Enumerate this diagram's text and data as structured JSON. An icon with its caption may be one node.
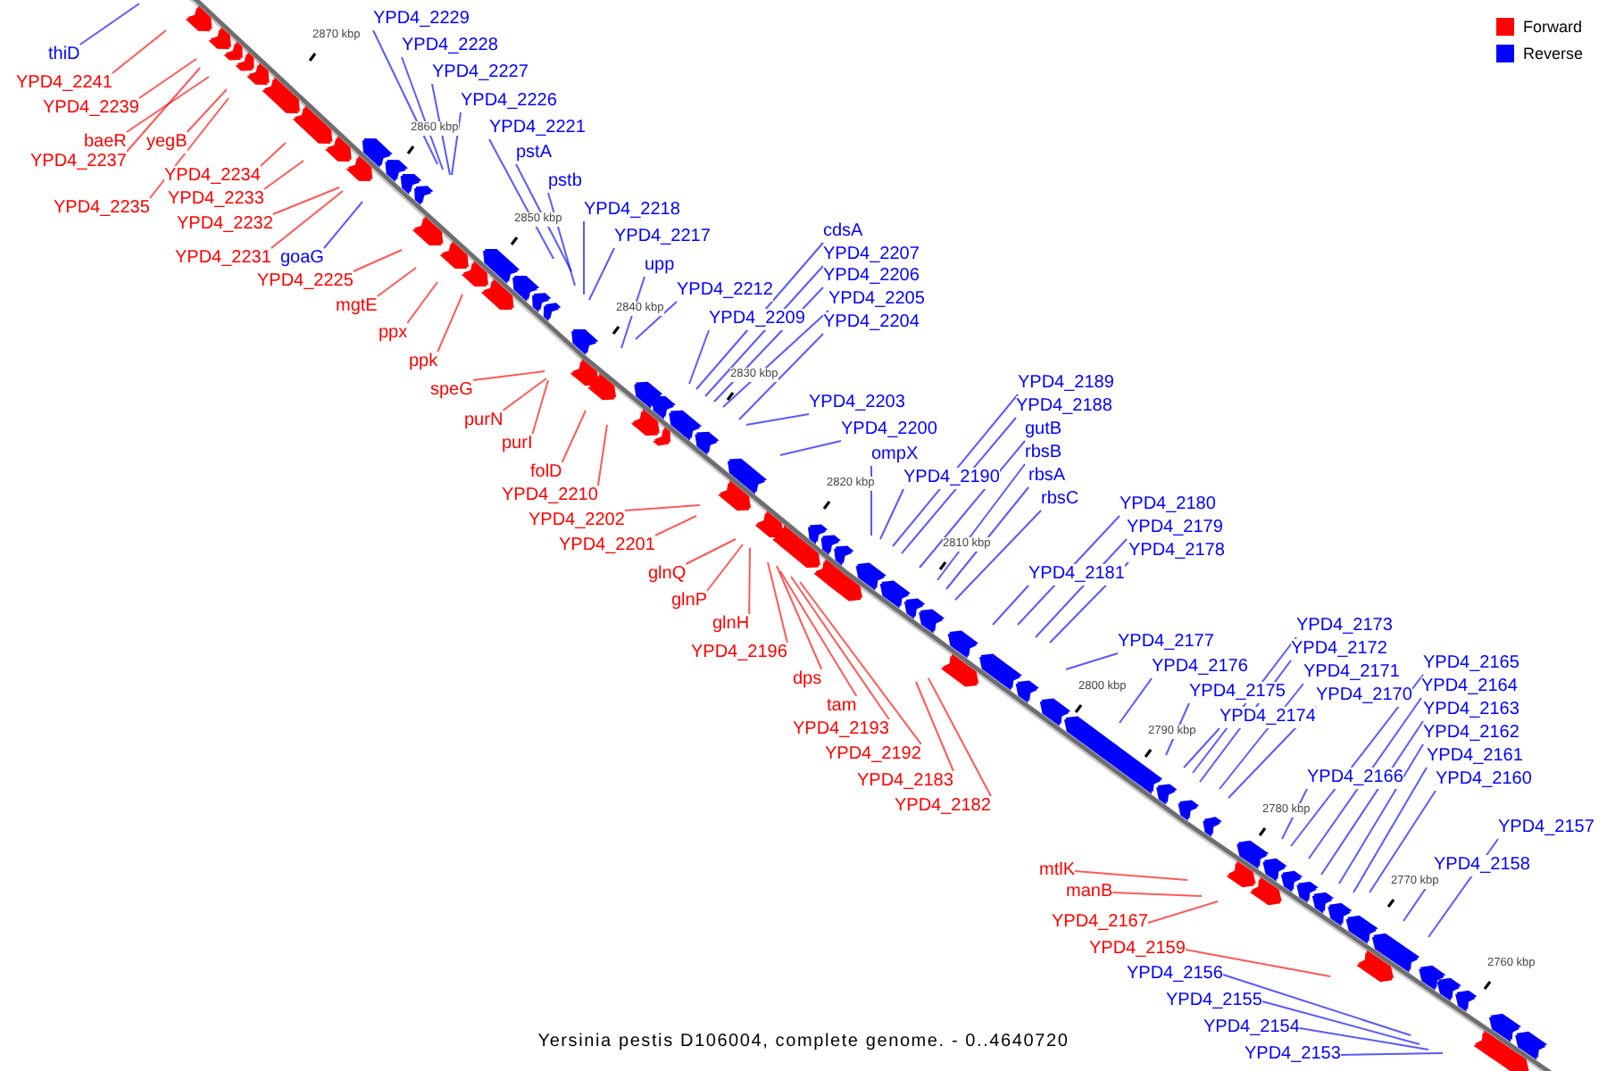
{
  "diagram": {
    "caption": "Yersinia pestis D106004, complete genome. - 0..4640720",
    "nodes": [
      {
        "text": [
          "thiD"
        ]
      },
      {
        "text": [
          "YPD4_2241"
        ]
      },
      {
        "text": [
          "YPD4_2239"
        ]
      },
      {
        "text": [
          "baeR"
        ]
      },
      {
        "text": [
          "yegB"
        ]
      },
      {
        "text": [
          "YPD4_2237"
        ]
      },
      {
        "text": [
          "YPD4_2234"
        ]
      },
      {
        "text": [
          "YPD4_2235"
        ]
      },
      {
        "text": [
          "YPD4_2233"
        ]
      },
      {
        "text": [
          "YPD4_2232"
        ]
      },
      {
        "text": [
          "YPD4_2231"
        ]
      },
      {
        "text": [
          "goaG"
        ]
      },
      {
        "text": [
          "YPD4_2225"
        ]
      },
      {
        "text": [
          "mgtE"
        ]
      },
      {
        "text": [
          "ppx"
        ]
      },
      {
        "text": [
          "ppk"
        ]
      },
      {
        "text": [
          "speG"
        ]
      },
      {
        "text": [
          "purN"
        ]
      },
      {
        "text": [
          "purI"
        ]
      },
      {
        "text": [
          "folD"
        ]
      },
      {
        "text": [
          "YPD4_2210"
        ]
      },
      {
        "text": [
          "YPD4_2202"
        ]
      },
      {
        "text": [
          "YPD4_2201"
        ]
      },
      {
        "text": [
          "glnQ"
        ]
      },
      {
        "text": [
          "glnP"
        ]
      },
      {
        "text": [
          "glnH"
        ]
      },
      {
        "text": [
          "YPD4_2196"
        ]
      },
      {
        "text": [
          "dps"
        ]
      },
      {
        "text": [
          "tam"
        ]
      },
      {
        "text": [
          "YPD4_2193"
        ]
      },
      {
        "text": [
          "YPD4_2192"
        ]
      },
      {
        "text": [
          "YPD4_2183"
        ]
      },
      {
        "text": [
          "YPD4_2182"
        ]
      },
      {
        "text": [
          "mtlK"
        ]
      },
      {
        "text": [
          "manB"
        ]
      },
      {
        "text": [
          "YPD4_2167"
        ]
      },
      {
        "text": [
          "YPD4_2159"
        ]
      },
      {
        "text": [
          "YPD4_2156"
        ]
      },
      {
        "text": [
          "YPD4_2155"
        ]
      },
      {
        "text": [
          "YPD4_2154"
        ]
      },
      {
        "text": [
          "YPD4_2153"
        ]
      },
      {
        "text": [
          "YPD4_2229"
        ]
      },
      {
        "text": [
          "YPD4_2228"
        ]
      },
      {
        "text": [
          "YPD4_2227"
        ]
      },
      {
        "text": [
          "YPD4_2226"
        ]
      },
      {
        "text": [
          "YPD4_2221"
        ]
      },
      {
        "text": [
          "pstA"
        ]
      },
      {
        "text": [
          "pstb"
        ]
      },
      {
        "text": [
          "YPD4_2218"
        ]
      },
      {
        "text": [
          "YPD4_2217"
        ]
      },
      {
        "text": [
          "upp"
        ]
      },
      {
        "text": [
          "YPD4_2212"
        ]
      },
      {
        "text": [
          "YPD4_2209"
        ]
      },
      {
        "text": [
          "cdsA"
        ]
      },
      {
        "text": [
          "YPD4_2207"
        ]
      },
      {
        "text": [
          "YPD4_2206"
        ]
      },
      {
        "text": [
          "YPD4_2205"
        ]
      },
      {
        "text": [
          "YPD4_2204"
        ]
      },
      {
        "text": [
          "YPD4_2203"
        ]
      },
      {
        "text": [
          "YPD4_2200"
        ]
      },
      {
        "text": [
          "ompX"
        ]
      },
      {
        "text": [
          "YPD4_2190"
        ]
      },
      {
        "text": [
          "YPD4_2189"
        ]
      },
      {
        "text": [
          "YPD4_2188"
        ]
      },
      {
        "text": [
          "gutB"
        ]
      },
      {
        "text": [
          "rbsB"
        ]
      },
      {
        "text": [
          "rbsA"
        ]
      },
      {
        "text": [
          "rbsC"
        ]
      },
      {
        "text": [
          "YPD4_2180"
        ]
      },
      {
        "text": [
          "YPD4_2179"
        ]
      },
      {
        "text": [
          "YPD4_2178"
        ]
      },
      {
        "text": [
          "YPD4_2181"
        ]
      },
      {
        "text": [
          "YPD4_2177"
        ]
      },
      {
        "text": [
          "YPD4_2176"
        ]
      },
      {
        "text": [
          "YPD4_2175"
        ]
      },
      {
        "text": [
          "YPD4_2174"
        ]
      },
      {
        "text": [
          "YPD4_2173"
        ]
      },
      {
        "text": [
          "YPD4_2172"
        ]
      },
      {
        "text": [
          "YPD4_2171"
        ]
      },
      {
        "text": [
          "YPD4_2170"
        ]
      },
      {
        "text": [
          "YPD4_2165"
        ]
      },
      {
        "text": [
          "YPD4_2164"
        ]
      },
      {
        "text": [
          "YPD4_2163"
        ]
      },
      {
        "text": [
          "YPD4_2162"
        ]
      },
      {
        "text": [
          "YPD4_2161"
        ]
      },
      {
        "text": [
          "YPD4_2160"
        ]
      },
      {
        "text": [
          "YPD4_2166"
        ]
      },
      {
        "text": [
          "YPD4_2157"
        ]
      },
      {
        "text": [
          "YPD4_2158"
        ]
      }
    ],
    "edges": [
      {
        "from": 0,
        "to": null,
        "arrow": "none",
        "color": "#0000ff"
      },
      {
        "from": 1,
        "to": null,
        "arrow": "none",
        "color": "#ff0000"
      },
      {
        "from": 2,
        "to": null,
        "arrow": "none",
        "color": "#ff0000"
      },
      {
        "from": 3,
        "to": null,
        "arrow": "none",
        "color": "#ff0000"
      },
      {
        "from": 4,
        "to": null,
        "arrow": "none",
        "color": "#ff0000"
      },
      {
        "from": 5,
        "to": null,
        "arrow": "none",
        "color": "#ff0000"
      },
      {
        "from": 6,
        "to": null,
        "arrow": "none",
        "color": "#ff0000"
      },
      {
        "from": 7,
        "to": null,
        "arrow": "none",
        "color": "#ff0000"
      },
      {
        "from": 8,
        "to": null,
        "arrow": "none",
        "color": "#ff0000"
      },
      {
        "from": 9,
        "to": null,
        "arrow": "none",
        "color": "#ff0000"
      },
      {
        "from": 10,
        "to": null,
        "arrow": "none",
        "color": "#ff0000"
      },
      {
        "from": 11,
        "to": null,
        "arrow": "none",
        "color": "#0000ff"
      },
      {
        "from": 12,
        "to": null,
        "arrow": "none",
        "color": "#ff0000"
      },
      {
        "from": 13,
        "to": null,
        "arrow": "none",
        "color": "#ff0000"
      },
      {
        "from": 14,
        "to": null,
        "arrow": "none",
        "color": "#ff0000"
      },
      {
        "from": 15,
        "to": null,
        "arrow": "none",
        "color": "#ff0000"
      },
      {
        "from": 16,
        "to": null,
        "arrow": "none",
        "color": "#ff0000"
      },
      {
        "from": 17,
        "to": null,
        "arrow": "none",
        "color": "#ff0000"
      },
      {
        "from": 18,
        "to": null,
        "arrow": "none",
        "color": "#ff0000"
      },
      {
        "from": 19,
        "to": null,
        "arrow": "none",
        "color": "#ff0000"
      },
      {
        "from": 20,
        "to": null,
        "arrow": "none",
        "color": "#ff0000"
      },
      {
        "from": 21,
        "to": null,
        "arrow": "none",
        "color": "#ff0000"
      },
      {
        "from": 22,
        "to": null,
        "arrow": "none",
        "color": "#ff0000"
      },
      {
        "from": 23,
        "to": null,
        "arrow": "none",
        "color": "#ff0000"
      },
      {
        "from": 24,
        "to": null,
        "arrow": "none",
        "color": "#ff0000"
      },
      {
        "from": 25,
        "to": null,
        "arrow": "none",
        "color": "#ff0000"
      },
      {
        "from": 26,
        "to": null,
        "arrow": "none",
        "color": "#ff0000"
      },
      {
        "from": 27,
        "to": null,
        "arrow": "none",
        "color": "#ff0000"
      },
      {
        "from": 28,
        "to": null,
        "arrow": "none",
        "color": "#ff0000"
      },
      {
        "from": 29,
        "to": null,
        "arrow": "none",
        "color": "#ff0000"
      },
      {
        "from": 30,
        "to": null,
        "arrow": "none",
        "color": "#ff0000"
      },
      {
        "from": 31,
        "to": null,
        "arrow": "none",
        "color": "#ff0000"
      },
      {
        "from": 32,
        "to": null,
        "arrow": "none",
        "color": "#ff0000"
      },
      {
        "from": 33,
        "to": null,
        "arrow": "none",
        "color": "#ff0000"
      },
      {
        "from": 34,
        "to": null,
        "arrow": "none",
        "color": "#ff0000"
      },
      {
        "from": 35,
        "to": null,
        "arrow": "none",
        "color": "#ff0000"
      },
      {
        "from": 36,
        "to": null,
        "arrow": "none",
        "color": "#ff0000"
      },
      {
        "from": 37,
        "to": null,
        "arrow": "none",
        "color": "#0000ff"
      },
      {
        "from": 38,
        "to": null,
        "arrow": "none",
        "color": "#0000ff"
      },
      {
        "from": 39,
        "to": null,
        "arrow": "none",
        "color": "#0000ff"
      },
      {
        "from": 40,
        "to": null,
        "arrow": "none",
        "color": "#0000ff"
      },
      {
        "from": 41,
        "to": null,
        "arrow": "none",
        "color": "#0000ff"
      },
      {
        "from": 42,
        "to": null,
        "arrow": "none",
        "color": "#0000ff"
      },
      {
        "from": 43,
        "to": null,
        "arrow": "none",
        "color": "#0000ff"
      },
      {
        "from": 44,
        "to": null,
        "arrow": "none",
        "color": "#0000ff"
      },
      {
        "from": 45,
        "to": null,
        "arrow": "none",
        "color": "#0000ff"
      },
      {
        "from": 46,
        "to": null,
        "arrow": "none",
        "color": "#0000ff"
      },
      {
        "from": 47,
        "to": null,
        "arrow": "none",
        "color": "#0000ff"
      },
      {
        "from": 48,
        "to": null,
        "arrow": "none",
        "color": "#0000ff"
      },
      {
        "from": 49,
        "to": null,
        "arrow": "none",
        "color": "#0000ff"
      },
      {
        "from": 50,
        "to": null,
        "arrow": "none",
        "color": "#0000ff"
      },
      {
        "from": 51,
        "to": null,
        "arrow": "none",
        "color": "#0000ff"
      },
      {
        "from": 52,
        "to": null,
        "arrow": "none",
        "color": "#0000ff"
      },
      {
        "from": 53,
        "to": null,
        "arrow": "none",
        "color": "#0000ff"
      },
      {
        "from": 54,
        "to": null,
        "arrow": "none",
        "color": "#0000ff"
      },
      {
        "from": 55,
        "to": null,
        "arrow": "none",
        "color": "#0000ff"
      },
      {
        "from": 56,
        "to": null,
        "arrow": "none",
        "color": "#0000ff"
      },
      {
        "from": 57,
        "to": null,
        "arrow": "none",
        "color": "#0000ff"
      },
      {
        "from": 58,
        "to": null,
        "arrow": "none",
        "color": "#0000ff"
      },
      {
        "from": 59,
        "to": null,
        "arrow": "none",
        "color": "#0000ff"
      },
      {
        "from": 60,
        "to": null,
        "arrow": "none",
        "color": "#0000ff"
      },
      {
        "from": 61,
        "to": null,
        "arrow": "none",
        "color": "#0000ff"
      },
      {
        "from": 62,
        "to": null,
        "arrow": "none",
        "color": "#0000ff"
      },
      {
        "from": 63,
        "to": null,
        "arrow": "none",
        "color": "#0000ff"
      },
      {
        "from": 64,
        "to": null,
        "arrow": "none",
        "color": "#0000ff"
      },
      {
        "from": 65,
        "to": null,
        "arrow": "none",
        "color": "#0000ff"
      },
      {
        "from": 66,
        "to": null,
        "arrow": "none",
        "color": "#0000ff"
      },
      {
        "from": 67,
        "to": null,
        "arrow": "none",
        "color": "#0000ff"
      },
      {
        "from": 68,
        "to": null,
        "arrow": "none",
        "color": "#0000ff"
      },
      {
        "from": 69,
        "to": null,
        "arrow": "none",
        "color": "#0000ff"
      },
      {
        "from": 70,
        "to": null,
        "arrow": "none",
        "color": "#0000ff"
      },
      {
        "from": 71,
        "to": null,
        "arrow": "none",
        "color": "#0000ff"
      },
      {
        "from": 72,
        "to": null,
        "arrow": "none",
        "color": "#0000ff"
      },
      {
        "from": 73,
        "to": null,
        "arrow": "none",
        "color": "#0000ff"
      },
      {
        "from": 74,
        "to": null,
        "arrow": "none",
        "color": "#0000ff"
      },
      {
        "from": 75,
        "to": null,
        "arrow": "none",
        "color": "#0000ff"
      },
      {
        "from": 76,
        "to": null,
        "arrow": "none",
        "color": "#0000ff"
      },
      {
        "from": 77,
        "to": null,
        "arrow": "none",
        "color": "#0000ff"
      },
      {
        "from": 78,
        "to": null,
        "arrow": "none",
        "color": "#0000ff"
      },
      {
        "from": 79,
        "to": null,
        "arrow": "none",
        "color": "#0000ff"
      },
      {
        "from": 80,
        "to": null,
        "arrow": "none",
        "color": "#0000ff"
      },
      {
        "from": 81,
        "to": null,
        "arrow": "none",
        "color": "#0000ff"
      },
      {
        "from": 82,
        "to": null,
        "arrow": "none",
        "color": "#0000ff"
      },
      {
        "from": 83,
        "to": null,
        "arrow": "none",
        "color": "#0000ff"
      },
      {
        "from": 84,
        "to": null,
        "arrow": "none",
        "color": "#0000ff"
      },
      {
        "from": 85,
        "to": null,
        "arrow": "none",
        "color": "#0000ff"
      },
      {
        "from": 86,
        "to": null,
        "arrow": "none",
        "color": "#0000ff"
      },
      {
        "from": 87,
        "to": null,
        "arrow": "none",
        "color": "#0000ff"
      },
      {
        "from": 88,
        "to": null,
        "arrow": "none",
        "color": "#0000ff"
      }
    ],
    "labels": [
      "2870 kbp",
      "2860 kbp",
      "2850 kbp",
      "2840 kbp",
      "2830 kbp",
      "2820 kbp",
      "2810 kbp",
      "2800 kbp",
      "2790 kbp",
      "2780 kbp",
      "2770 kbp",
      "2760 kbp"
    ],
    "legend": [
      {
        "text": "Forward",
        "color": "#ff0000"
      },
      {
        "text": "Reverse",
        "color": "#0000ff"
      }
    ]
  }
}
